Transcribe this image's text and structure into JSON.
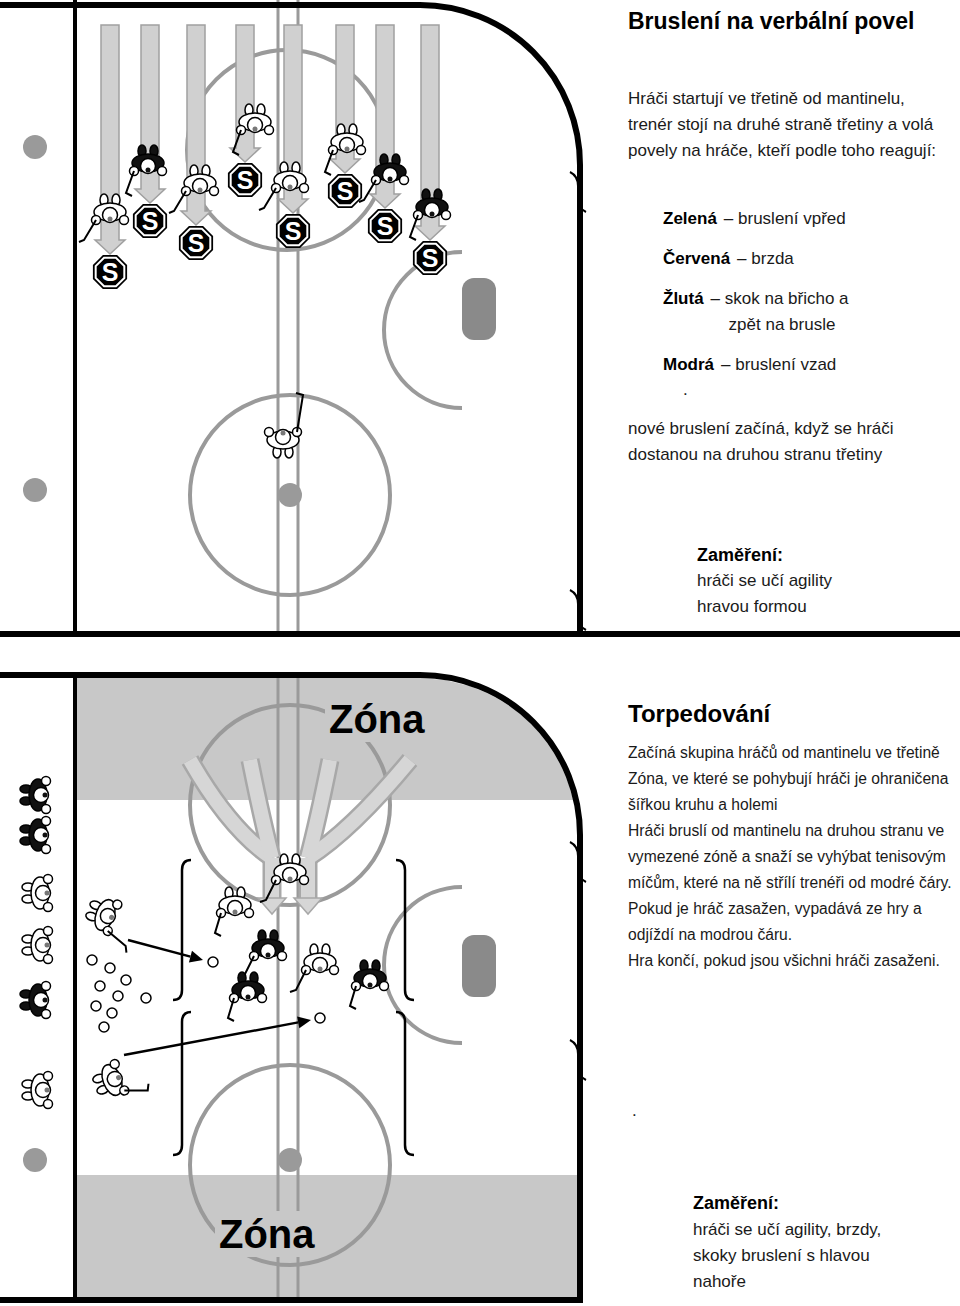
{
  "diagram": {
    "title": "Bruslení na verbální povel",
    "nodes": [
      {
        "text": [
          "S"
        ]
      },
      {
        "text": [
          "S"
        ]
      },
      {
        "text": [
          "S"
        ]
      },
      {
        "text": [
          "S"
        ]
      },
      {
        "text": [
          "S"
        ]
      },
      {
        "text": [
          "S"
        ]
      },
      {
        "text": [
          "S"
        ]
      },
      {
        "text": [
          "S"
        ]
      },
      {
        "text": [
          "Zóna"
        ]
      },
      {
        "text": [
          "Zóna"
        ]
      }
    ],
    "labels": [
      "Hráči startují ve třetině od mantinelu, trenér stojí na druhé straně třetiny a volá povely na hráče, kteří podle toho reagují:",
      "Zelená",
      "– bruslení vpřed",
      "Červená",
      "– brzda",
      "Žlutá",
      "– skok na břicho a zpět na brusle",
      "Modrá",
      "– bruslení vzad",
      ".",
      "nové bruslení začíná, když se hráči dostanou na druhou stranu třetiny",
      "Zaměření:",
      "hráči se učí agility hravou formou",
      "Torpedování",
      "Začíná skupina hráčů od mantinelu ve třetině",
      "Zóna, ve které se pohybují hráči je ohraničena šířkou kruhu a holemi",
      "Hráči bruslí od mantinelu na druhou stranu ve vymezené zóně a snaží se vyhýbat tenisovým míčům, které na ně střílí trenéři od modré čáry.",
      "Pokud je hráč zasažen, vypadává ze hry a odjíždí na modrou čáru.",
      "Hra končí, pokud jsou všichni hráči zasaženi.",
      ".",
      "Zaměření:",
      "hráči se učí agility, brzdy, skoky bruslení s hlavou nahoře"
    ]
  }
}
